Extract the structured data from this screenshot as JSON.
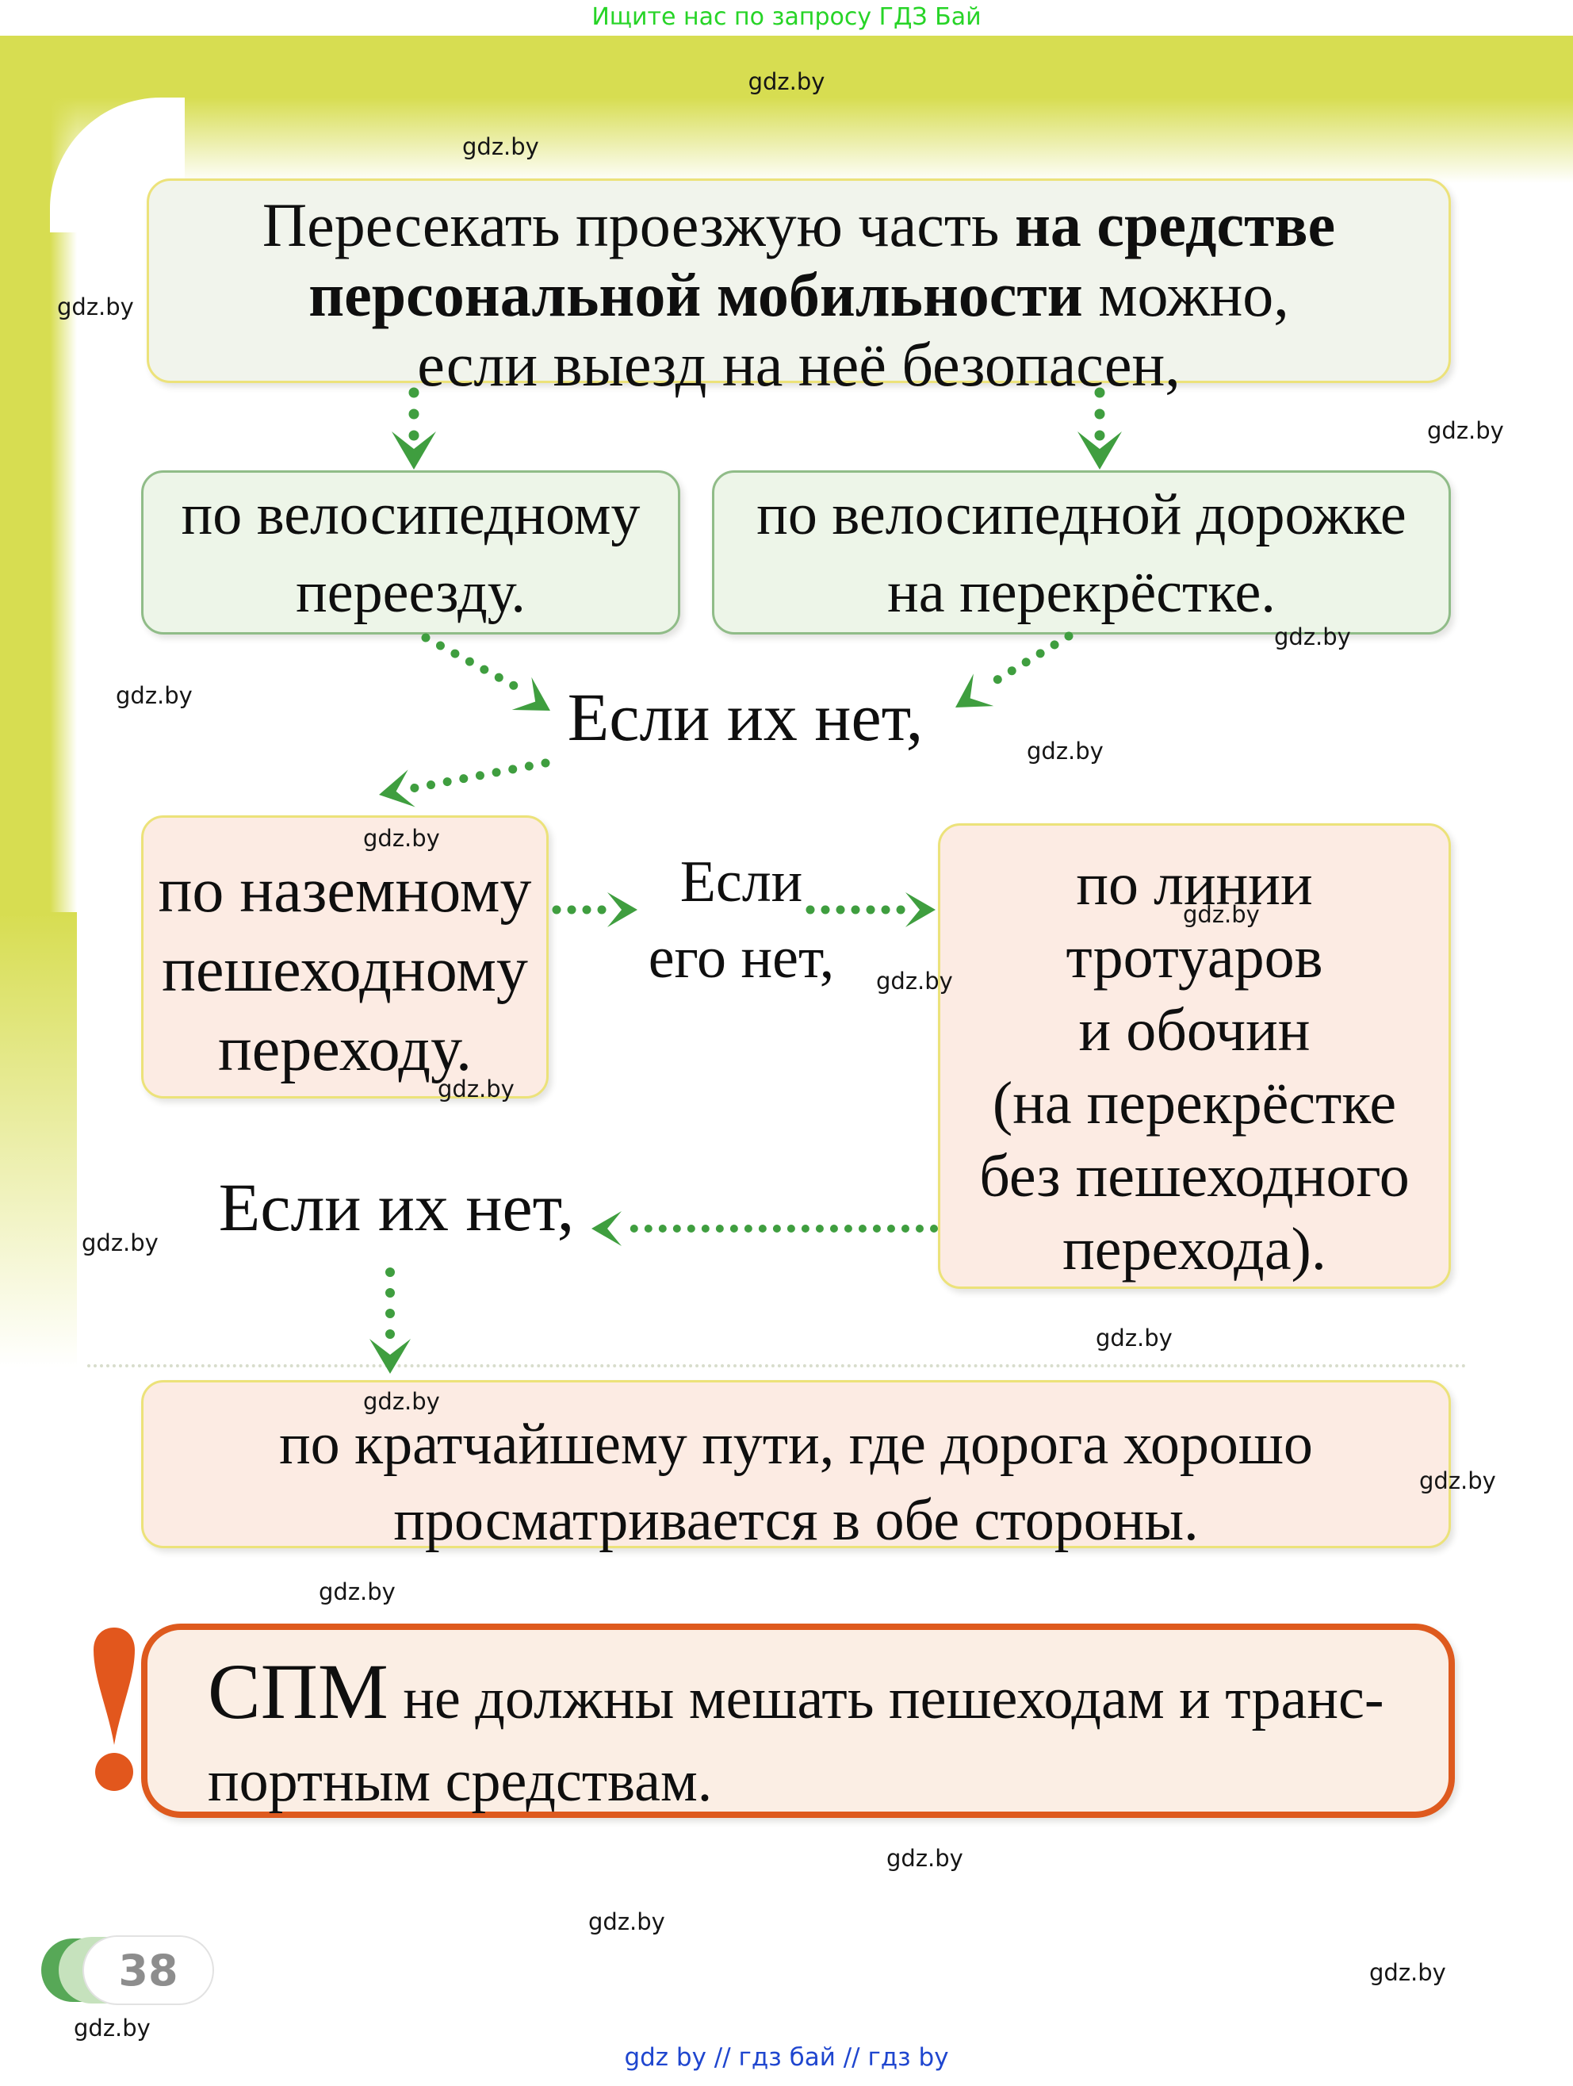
{
  "banner": {
    "text": "Ищите нас по запросу ГДЗ Бай"
  },
  "watermark": "gdz.by",
  "flow": {
    "title": {
      "l1_regular": "Пересекать проезжую часть ",
      "l1_bold": "на средстве",
      "l2_bold": "персональной мобильности",
      "l2_regular": " можно,",
      "l3": "если выезд на неё безопасен,"
    },
    "bike_crossing": {
      "lines": [
        "по велосипедному",
        "переезду."
      ]
    },
    "bike_path": {
      "lines": [
        "по велосипедной дорожке",
        "на перекрёстке."
      ]
    },
    "if_none_1": "Если их нет,",
    "crosswalk": {
      "lines": [
        "по наземному",
        "пешеходному",
        "переходу."
      ]
    },
    "if_absent": {
      "lines": [
        "Если",
        "его нет,"
      ]
    },
    "sidewalk": {
      "lines": [
        "по линии",
        "тротуаров",
        "и обочин",
        "(на перекрёстке",
        "без пешеходного",
        "перехода)."
      ]
    },
    "if_none_2": "Если их нет,",
    "shortest": {
      "lines": [
        "по кратчайшему пути, где дорога хорошо",
        "просматривается в обе стороны."
      ]
    },
    "warning": {
      "abbr": "СПМ",
      "l1": " не должны мешать пешеходам и транс-",
      "l2": "портным средствам."
    }
  },
  "footer": {
    "links": "gdz by  //  гдз бай  //  гдз by",
    "page_number": "38"
  },
  "colors": {
    "band_yellow": "#d7dd51",
    "banner_green": "#27d427",
    "arrow_green": "#3f9e3f",
    "box_yellow_border": "#ece27a",
    "box_gray_fill": "#f1f4ec",
    "box_green_border": "#90bc88",
    "box_green_fill": "#edf5e8",
    "box_pink_fill": "#fcebe3",
    "warning_orange": "#de5a1e",
    "warning_fill": "#fbeee4",
    "badge_green": "#57a857",
    "badge_green_light": "#c6e2bd",
    "page_number_gray": "#8d8d8d",
    "footer_blue": "#1f46cf"
  }
}
